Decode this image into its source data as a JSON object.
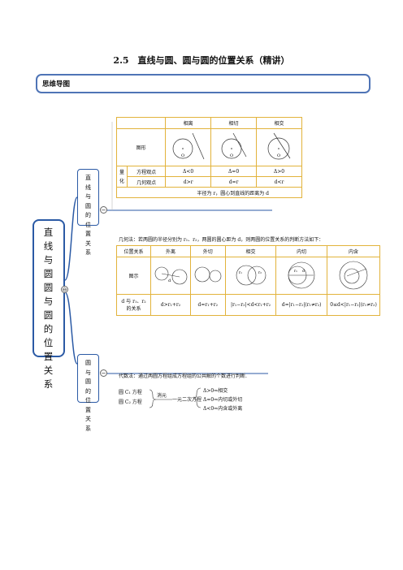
{
  "doc": {
    "title": "2.5　直线与圆、圆与圆的位置关系（精讲）",
    "banner": "思维导图"
  },
  "mindmap": {
    "root": [
      "直",
      "线",
      "与",
      "圆",
      "圆",
      "与",
      "圆",
      "的",
      "位",
      "置",
      "关",
      "系"
    ],
    "root_toggle": "⊖",
    "branch1": [
      "直",
      "线",
      "与",
      "圆",
      "的",
      "位",
      "置",
      "关",
      "系"
    ],
    "branch2": [
      "圆",
      "与",
      "圆",
      "的",
      "位",
      "置",
      "关",
      "系"
    ],
    "branch_toggle": "−"
  },
  "table1": {
    "headers": [
      "相离",
      "相切",
      "相交"
    ],
    "figure_label": "图形",
    "group_label": [
      "量",
      "化"
    ],
    "rows": [
      {
        "label": "方程观点",
        "cells": [
          "Δ<0",
          "Δ=0",
          "Δ>0"
        ]
      },
      {
        "label": "几何观点",
        "cells": [
          "d>r",
          "d=r",
          "d<r"
        ]
      }
    ],
    "point_label": "O",
    "note": "半径为 r，圆心到直线的距离为 d"
  },
  "section2": {
    "geo_intro": "几何法：若两圆的半径分别为 r₁、r₂，两圆的圆心距为 d，则两圆的位置关系的判断方法如下：",
    "headers": [
      "位置关系",
      "外离",
      "外切",
      "相交",
      "内切",
      "内含"
    ],
    "figure_label": "图示",
    "row_label": [
      "d 与 r₁、r₂",
      "的关系"
    ],
    "conditions": [
      "d>r₁+r₂",
      "d=r₁+r₂",
      "|r₁−r₂|<d<r₁+r₂",
      "d=|r₁−r₂|(r₁≠r₂)",
      "0≤d<|r₁−r₂|(r₁≠r₂)"
    ],
    "labels": {
      "r1": "r₁",
      "r2": "r₂",
      "d": "d"
    },
    "alg_intro": "代数法：通过两圆方程组成方程组的公共解的个数进行判断.",
    "circle1": "圆 C₁ 方程",
    "circle2": "圆 C₂ 方程",
    "eliminate": "消元",
    "result": "一元二次方程",
    "case_gt": "Δ>0⇒相交",
    "case_eq": "Δ=0⇒内切或外切",
    "case_lt": "Δ<0⇒内含或外离"
  }
}
